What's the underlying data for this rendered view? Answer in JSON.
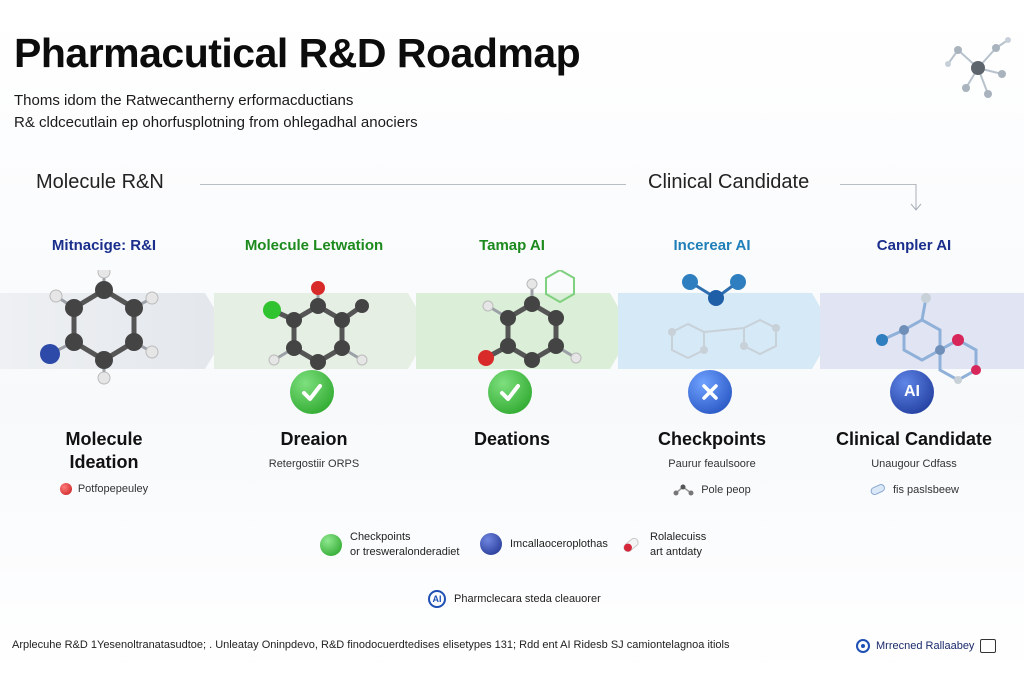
{
  "header": {
    "title": "Pharmacutical R&D Roadmap",
    "subtitle_line1": "Thoms idom the Ratwecantherny erformacductians",
    "subtitle_line2": "R& cldcecutlain ep ohorfusplotning from ohlegadhal anociers"
  },
  "track": {
    "left_label": "Molecule R&N",
    "right_label": "Clinical Candidate"
  },
  "stages": [
    {
      "header": "Mitnacige: R&I",
      "header_color": "#1a2e8c",
      "name_line1": "Molecule",
      "name_line2": "Ideation",
      "subtitle": "",
      "note": "Potfopepeuley",
      "badge": "none",
      "bg": "#ffffff"
    },
    {
      "header": "Molecule Letwation",
      "header_color": "#1c8a1c",
      "name_line1": "Dreaion",
      "name_line2": "",
      "subtitle": "Retergostiir ORPS",
      "note": "",
      "badge": "check-icon",
      "bg": "#eef7ec"
    },
    {
      "header": "Tamap AI",
      "header_color": "#1c8a1c",
      "name_line1": "Deations",
      "name_line2": "",
      "subtitle": "",
      "note": "",
      "badge": "check-icon",
      "bg": "#e7f4e4"
    },
    {
      "header": "Incerear AI",
      "header_color": "#1f7fb8",
      "name_line1": "Checkpoints",
      "name_line2": "",
      "subtitle": "Paurur feaulsoore",
      "note": "Pole peop",
      "badge": "close-icon",
      "bg": "#e4f1fb"
    },
    {
      "header": "Canpler AI",
      "header_color": "#1a2e8c",
      "name_line1": "Clinical Candidate",
      "name_line2": "",
      "subtitle": "Unaugour Cdfass",
      "note": "fis paslsbeew",
      "badge": "ai-icon",
      "badge_text": "AI",
      "bg": "#eaedf8"
    }
  ],
  "legend": [
    {
      "line1": "Checkpoints",
      "line2": "or tresweralonderadiet",
      "color": "#2bb52b"
    },
    {
      "line1": "Imcallaoceroplothas",
      "line2": "",
      "color": "#2b3f9e"
    },
    {
      "line1": "Rolalecuiss",
      "line2": "art antdaty",
      "color": "#d6263a"
    }
  ],
  "center_note": {
    "icon_text": "AI",
    "text": "Pharmclecara steda cleauorer"
  },
  "footer": {
    "text": "Arplecuhe R&D 1Yesenoltranatasudtoe; . Unleatay Oninpdevo, R&D finodocuerdtedises elisetypes 131; Rdd ent AI Ridesb SJ camiontelagnoa itiols",
    "brand": "Mrrecned Rallaabey"
  },
  "colors": {
    "check": "#2fb52f",
    "close": "#1e5fc7",
    "ai": "#1d3a9e"
  }
}
